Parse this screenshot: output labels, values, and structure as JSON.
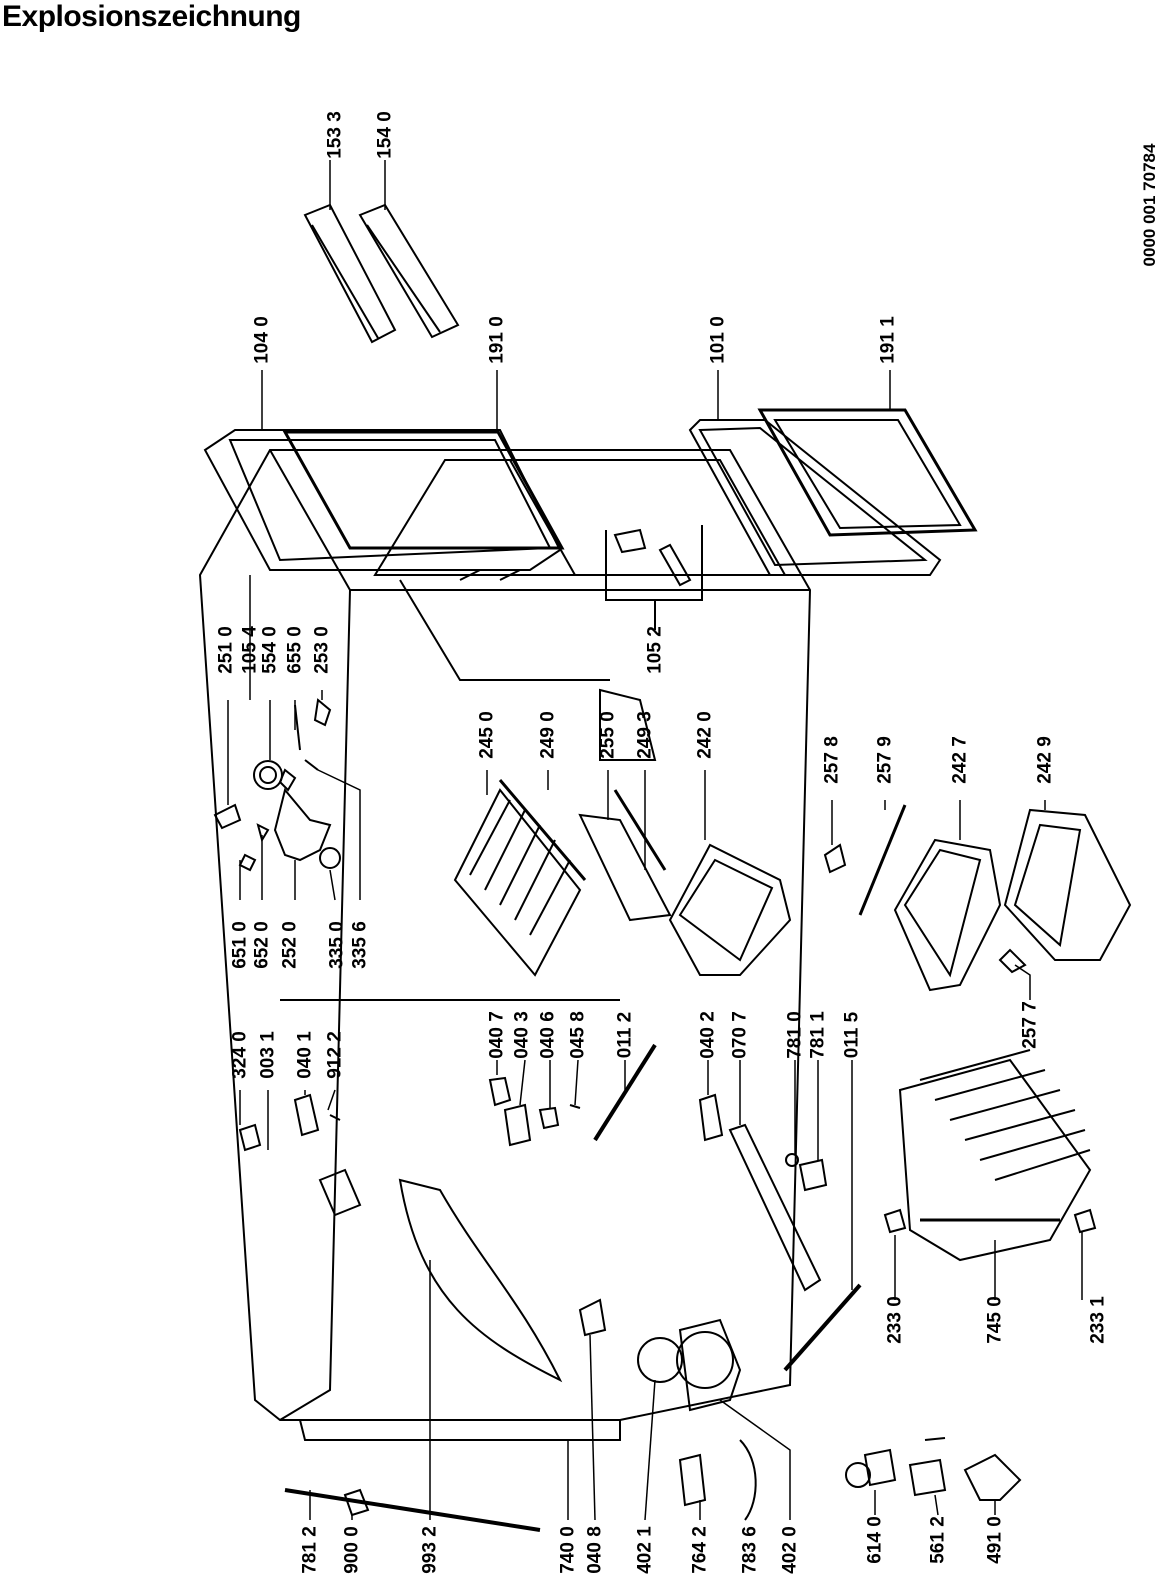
{
  "title": "Explosionszeichnung",
  "document_number": "0000 001 70784",
  "part_labels": [
    "153 3",
    "154 0",
    "104 0",
    "191 0",
    "101 0",
    "191 1",
    "105 2",
    "251 0",
    "105 4",
    "554 0",
    "655 0",
    "253 0",
    "651 0",
    "652 0",
    "252 0",
    "335 0",
    "335 6",
    "245 0",
    "249 0",
    "255 0",
    "249 3",
    "242 0",
    "257 8",
    "257 9",
    "242 7",
    "242 9",
    "257 7",
    "324 0",
    "003 1",
    "040 1",
    "912 2",
    "040 7",
    "040 3",
    "040 6",
    "045 8",
    "011 2",
    "040 2",
    "070 7",
    "781 0",
    "781 1",
    "011 5",
    "233 0",
    "745 0",
    "233 1",
    "781 2",
    "900 0",
    "993 2",
    "740 0",
    "040 8",
    "402 1",
    "764 2",
    "783 6",
    "402 0",
    "614 0",
    "561 2",
    "491 0"
  ]
}
